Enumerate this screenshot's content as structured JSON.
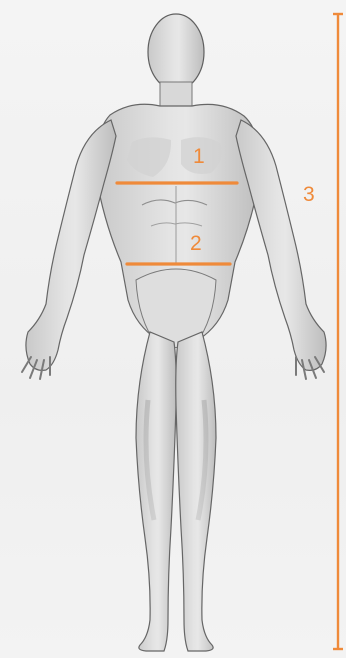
{
  "diagram": {
    "accent_color": "#ef8a3a",
    "measurements": [
      {
        "label": "1"
      },
      {
        "label": "2"
      },
      {
        "label": "3"
      }
    ]
  }
}
